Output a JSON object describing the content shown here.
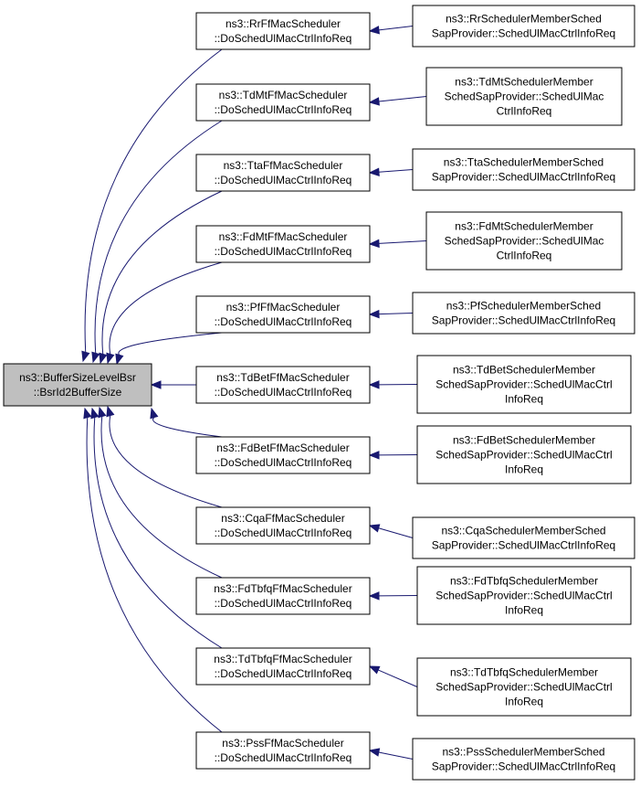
{
  "root": {
    "lines": [
      "ns3::BufferSizeLevelBsr",
      "::BsrId2BufferSize"
    ]
  },
  "schedulers": [
    {
      "lines": [
        "ns3::RrFfMacScheduler",
        "::DoSchedUlMacCtrlInfoReq"
      ]
    },
    {
      "lines": [
        "ns3::TdMtFfMacScheduler",
        "::DoSchedUlMacCtrlInfoReq"
      ]
    },
    {
      "lines": [
        "ns3::TtaFfMacScheduler",
        "::DoSchedUlMacCtrlInfoReq"
      ]
    },
    {
      "lines": [
        "ns3::FdMtFfMacScheduler",
        "::DoSchedUlMacCtrlInfoReq"
      ]
    },
    {
      "lines": [
        "ns3::PfFfMacScheduler",
        "::DoSchedUlMacCtrlInfoReq"
      ]
    },
    {
      "lines": [
        "ns3::TdBetFfMacScheduler",
        "::DoSchedUlMacCtrlInfoReq"
      ]
    },
    {
      "lines": [
        "ns3::FdBetFfMacScheduler",
        "::DoSchedUlMacCtrlInfoReq"
      ]
    },
    {
      "lines": [
        "ns3::CqaFfMacScheduler",
        "::DoSchedUlMacCtrlInfoReq"
      ]
    },
    {
      "lines": [
        "ns3::FdTbfqFfMacScheduler",
        "::DoSchedUlMacCtrlInfoReq"
      ]
    },
    {
      "lines": [
        "ns3::TdTbfqFfMacScheduler",
        "::DoSchedUlMacCtrlInfoReq"
      ]
    },
    {
      "lines": [
        "ns3::PssFfMacScheduler",
        "::DoSchedUlMacCtrlInfoReq"
      ]
    }
  ],
  "providers": [
    {
      "lines": [
        "ns3::RrSchedulerMemberSched",
        "SapProvider::SchedUlMacCtrlInfoReq"
      ]
    },
    {
      "lines": [
        "ns3::TdMtSchedulerMember",
        "SchedSapProvider::SchedUlMac",
        "CtrlInfoReq"
      ]
    },
    {
      "lines": [
        "ns3::TtaSchedulerMemberSched",
        "SapProvider::SchedUlMacCtrlInfoReq"
      ]
    },
    {
      "lines": [
        "ns3::FdMtSchedulerMember",
        "SchedSapProvider::SchedUlMac",
        "CtrlInfoReq"
      ]
    },
    {
      "lines": [
        "ns3::PfSchedulerMemberSched",
        "SapProvider::SchedUlMacCtrlInfoReq"
      ]
    },
    {
      "lines": [
        "ns3::TdBetSchedulerMember",
        "SchedSapProvider::SchedUlMacCtrl",
        "InfoReq"
      ]
    },
    {
      "lines": [
        "ns3::FdBetSchedulerMember",
        "SchedSapProvider::SchedUlMacCtrl",
        "InfoReq"
      ]
    },
    {
      "lines": [
        "ns3::CqaSchedulerMemberSched",
        "SapProvider::SchedUlMacCtrlInfoReq"
      ]
    },
    {
      "lines": [
        "ns3::FdTbfqSchedulerMember",
        "SchedSapProvider::SchedUlMacCtrl",
        "InfoReq"
      ]
    },
    {
      "lines": [
        "ns3::TdTbfqSchedulerMember",
        "SchedSapProvider::SchedUlMacCtrl",
        "InfoReq"
      ]
    },
    {
      "lines": [
        "ns3::PssSchedulerMemberSched",
        "SapProvider::SchedUlMacCtrlInfoReq"
      ]
    }
  ],
  "colors": {
    "edge": "#191970",
    "root_fill": "#bfbfbf",
    "node_fill": "#ffffff",
    "border": "#000000"
  }
}
